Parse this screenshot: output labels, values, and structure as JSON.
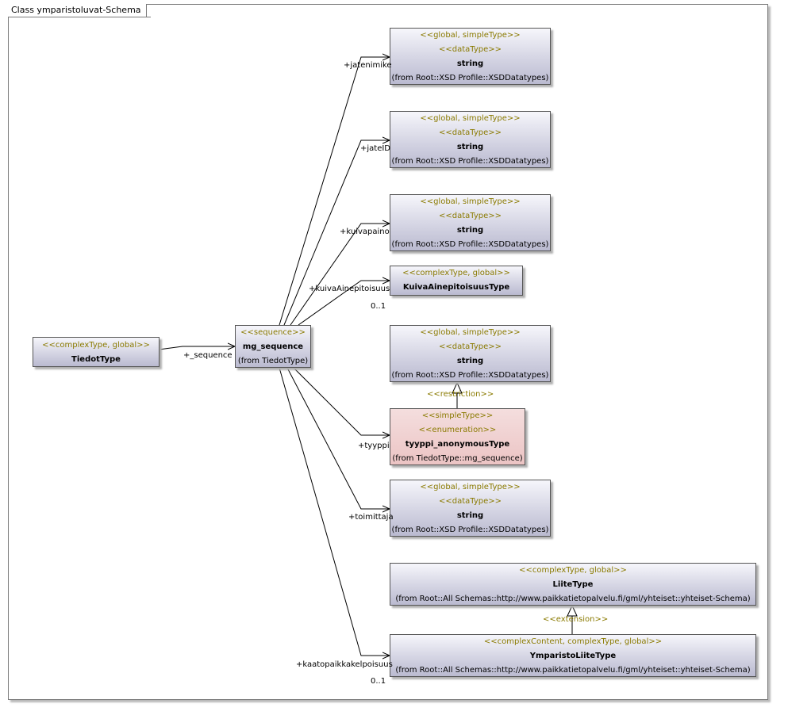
{
  "frame_title": "Class ymparistoluvat-Schema",
  "classes": {
    "tiedot": {
      "stereotype": "<<complexType, global>>",
      "name": "TiedotType"
    },
    "seq": {
      "stereotype": "<<sequence>>",
      "name": "mg_sequence",
      "from": "(from TiedotType)"
    },
    "s1": {
      "stereotype1": "<<global, simpleType>>",
      "stereotype2": "<<dataType>>",
      "name": "string",
      "from": "(from Root::XSD Profile::XSDDatatypes)"
    },
    "s2": {
      "stereotype1": "<<global, simpleType>>",
      "stereotype2": "<<dataType>>",
      "name": "string",
      "from": "(from Root::XSD Profile::XSDDatatypes)"
    },
    "s3": {
      "stereotype1": "<<global, simpleType>>",
      "stereotype2": "<<dataType>>",
      "name": "string",
      "from": "(from Root::XSD Profile::XSDDatatypes)"
    },
    "kuiva": {
      "stereotype": "<<complexType, global>>",
      "name": "KuivaAinepitoisuusType"
    },
    "s4": {
      "stereotype1": "<<global, simpleType>>",
      "stereotype2": "<<dataType>>",
      "name": "string",
      "from": "(from Root::XSD Profile::XSDDatatypes)"
    },
    "tyyppi": {
      "stereotype1": "<<simpleType>>",
      "stereotype2": "<<enumeration>>",
      "name": "tyyppi_anonymousType",
      "from": "(from TiedotType::mg_sequence)"
    },
    "s5": {
      "stereotype1": "<<global, simpleType>>",
      "stereotype2": "<<dataType>>",
      "name": "string",
      "from": "(from Root::XSD Profile::XSDDatatypes)"
    },
    "liite": {
      "stereotype": "<<complexType, global>>",
      "name": "LiiteType",
      "from": "(from Root::All Schemas::http://www.paikkatietopalvelu.fi/gml/yhteiset::yhteiset-Schema)"
    },
    "ympliite": {
      "stereotype": "<<complexContent, complexType, global>>",
      "name": "YmparistoLiiteType",
      "from": "(from Root::All Schemas::http://www.paikkatietopalvelu.fi/gml/yhteiset::yhteiset-Schema)"
    }
  },
  "roles": {
    "sequence": "+_sequence",
    "jatenimike": "+jatenimike",
    "jateID": "+jateID",
    "kuivapaino": "+kuivapaino",
    "kuivaAinepitoisuus": "+kuivaAinepitoisuus",
    "kuiva_mult": "0..1",
    "tyyppi": "+tyyppi",
    "toimittaja": "+toimittaja",
    "kaatopaikkakelpoisuus": "+kaatopaikkakelpoisuus",
    "kaato_mult": "0..1"
  },
  "relations": {
    "restriction": "<<restriction>>",
    "extension": "<<extension>>"
  },
  "colors": {
    "stereotype_text": "#8a7a00",
    "class_fill": "#c8c8da",
    "enum_fill": "#ecc4c4"
  }
}
